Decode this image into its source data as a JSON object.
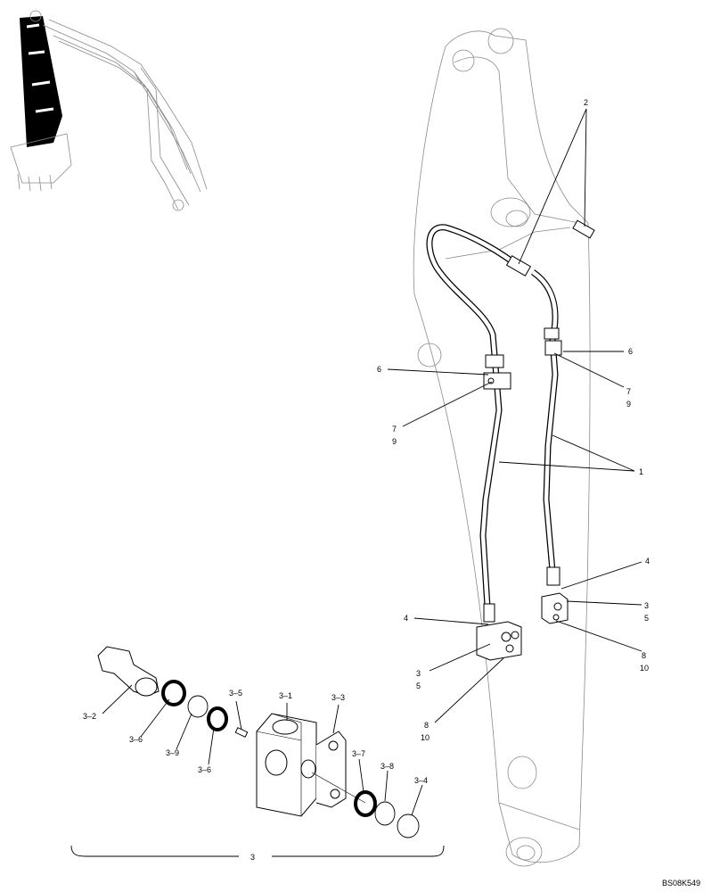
{
  "figure_code": "BS08K549",
  "callouts": {
    "c2": "2",
    "c6_left": "6",
    "c6_right": "6",
    "c7_left": "7",
    "c9_left": "9",
    "c7_right": "7",
    "c9_right": "9",
    "c1": "1",
    "c4_left": "4",
    "c4_right": "4",
    "c3_right": "3",
    "c5_right": "5",
    "c8_right": "8",
    "c10_right": "10",
    "c3_left": "3",
    "c5_left": "5",
    "c8_left": "8",
    "c10_left": "10",
    "c3_1": "3–1",
    "c3_2": "3–2",
    "c3_3": "3–3",
    "c3_4": "3–4",
    "c3_5": "3–5",
    "c3_6a": "3–6",
    "c3_6b": "3–6",
    "c3_7": "3–7",
    "c3_8": "3–8",
    "c3_9": "3–9",
    "assembly": "3"
  }
}
